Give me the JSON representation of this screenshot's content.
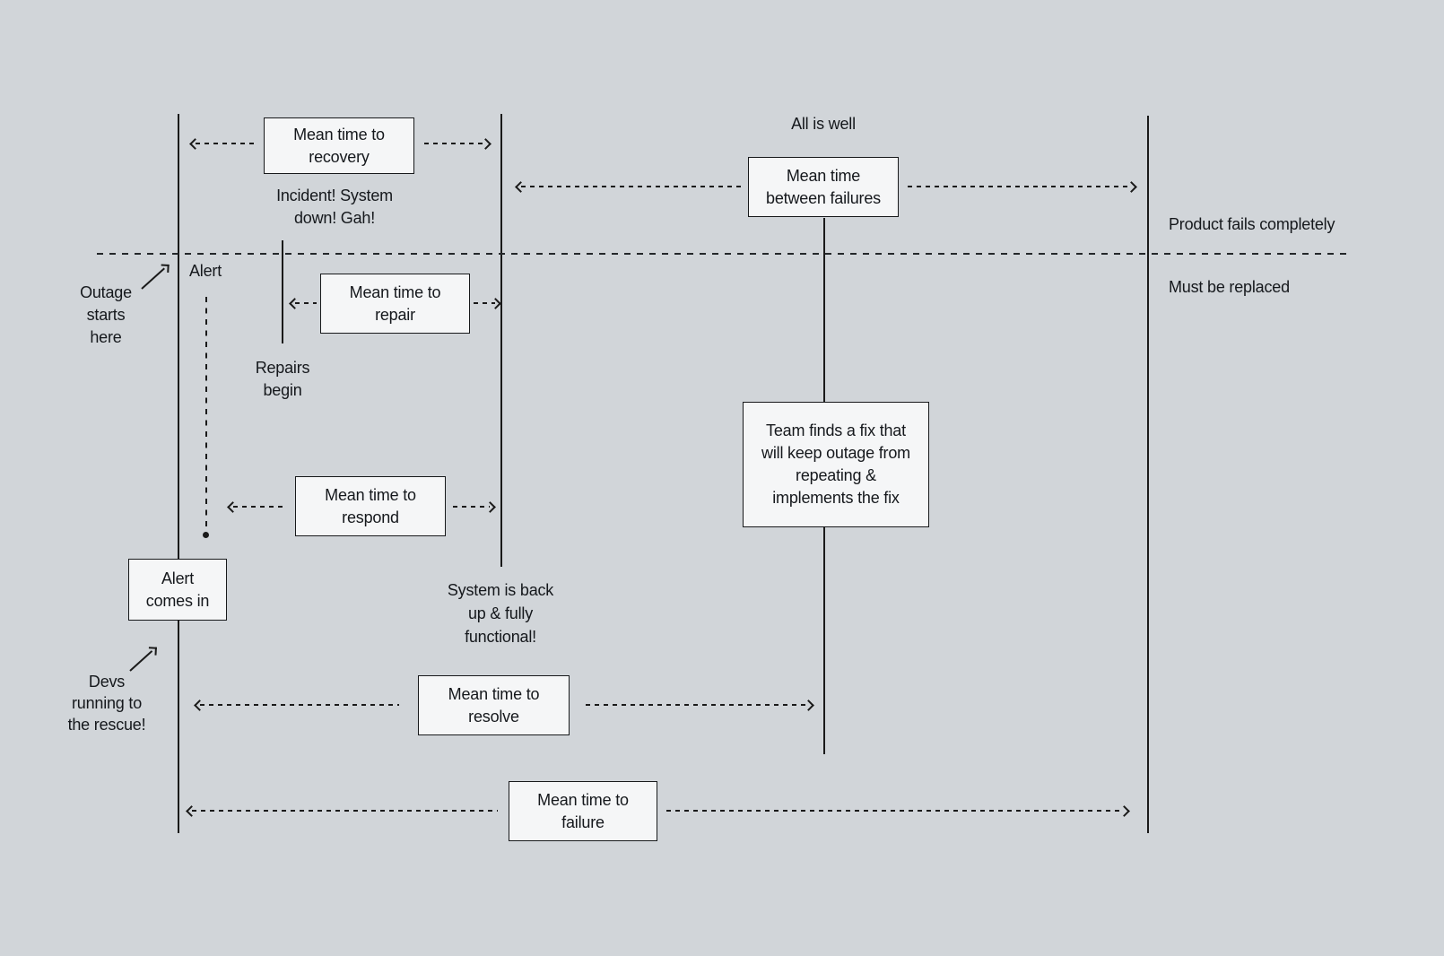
{
  "colors": {
    "background": "#d1d5d9",
    "ink": "#1a1a1a",
    "box_fill": "#f5f6f7"
  },
  "boxes": {
    "recovery": {
      "label": [
        "Mean time to",
        "recovery"
      ]
    },
    "between_failures": {
      "label": [
        "Mean time",
        "between failures"
      ]
    },
    "repair": {
      "label": [
        "Mean time to",
        "repair"
      ]
    },
    "respond": {
      "label": [
        "Mean time to",
        "respond"
      ]
    },
    "alert_comes_in": {
      "label": [
        "Alert",
        "comes in"
      ]
    },
    "team_fix": {
      "label": [
        "Team finds a fix that",
        "will keep outage from",
        "repeating &",
        "implements the fix"
      ]
    },
    "resolve": {
      "label": [
        "Mean time to",
        "resolve"
      ]
    },
    "failure": {
      "label": [
        "Mean time to",
        "failure"
      ]
    }
  },
  "labels": {
    "all_is_well": "All is well",
    "incident": [
      "Incident! System",
      "down! Gah!"
    ],
    "product_fails": "Product fails completely",
    "must_be_replaced": "Must be replaced",
    "alert": "Alert",
    "outage_starts": [
      "Outage",
      "starts",
      "here"
    ],
    "repairs_begin": [
      "Repairs",
      "begin"
    ],
    "system_back": [
      "System is back",
      "up & fully",
      "functional!"
    ],
    "devs_rescue": [
      "Devs",
      "running to",
      "the rescue!"
    ]
  }
}
